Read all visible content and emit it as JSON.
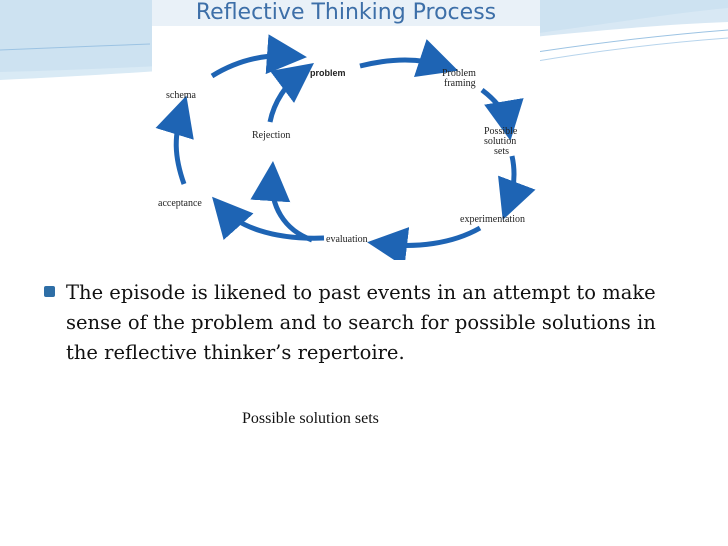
{
  "slide": {
    "title": "Reflective Thinking Process",
    "bullet": "The episode is likened to past events in an attempt to make sense of the problem and to search for possible solutions in the reflective thinker’s repertoire.",
    "caption": "Possible solution sets"
  },
  "diagram": {
    "nodes": {
      "schema": "schema",
      "problem": "problem",
      "problem_framing_line1": "Problem",
      "problem_framing_line2": "framing",
      "possible_line1": "Possible",
      "possible_line2": "solution",
      "possible_line3": "sets",
      "rejection": "Rejection",
      "experimentation": "experimentation",
      "acceptance": "acceptance",
      "evaluation": "evaluation"
    },
    "arrow_color": "#1e64b4"
  },
  "theme": {
    "accent": "#2e6ea6",
    "banner": "#dcebf6"
  }
}
